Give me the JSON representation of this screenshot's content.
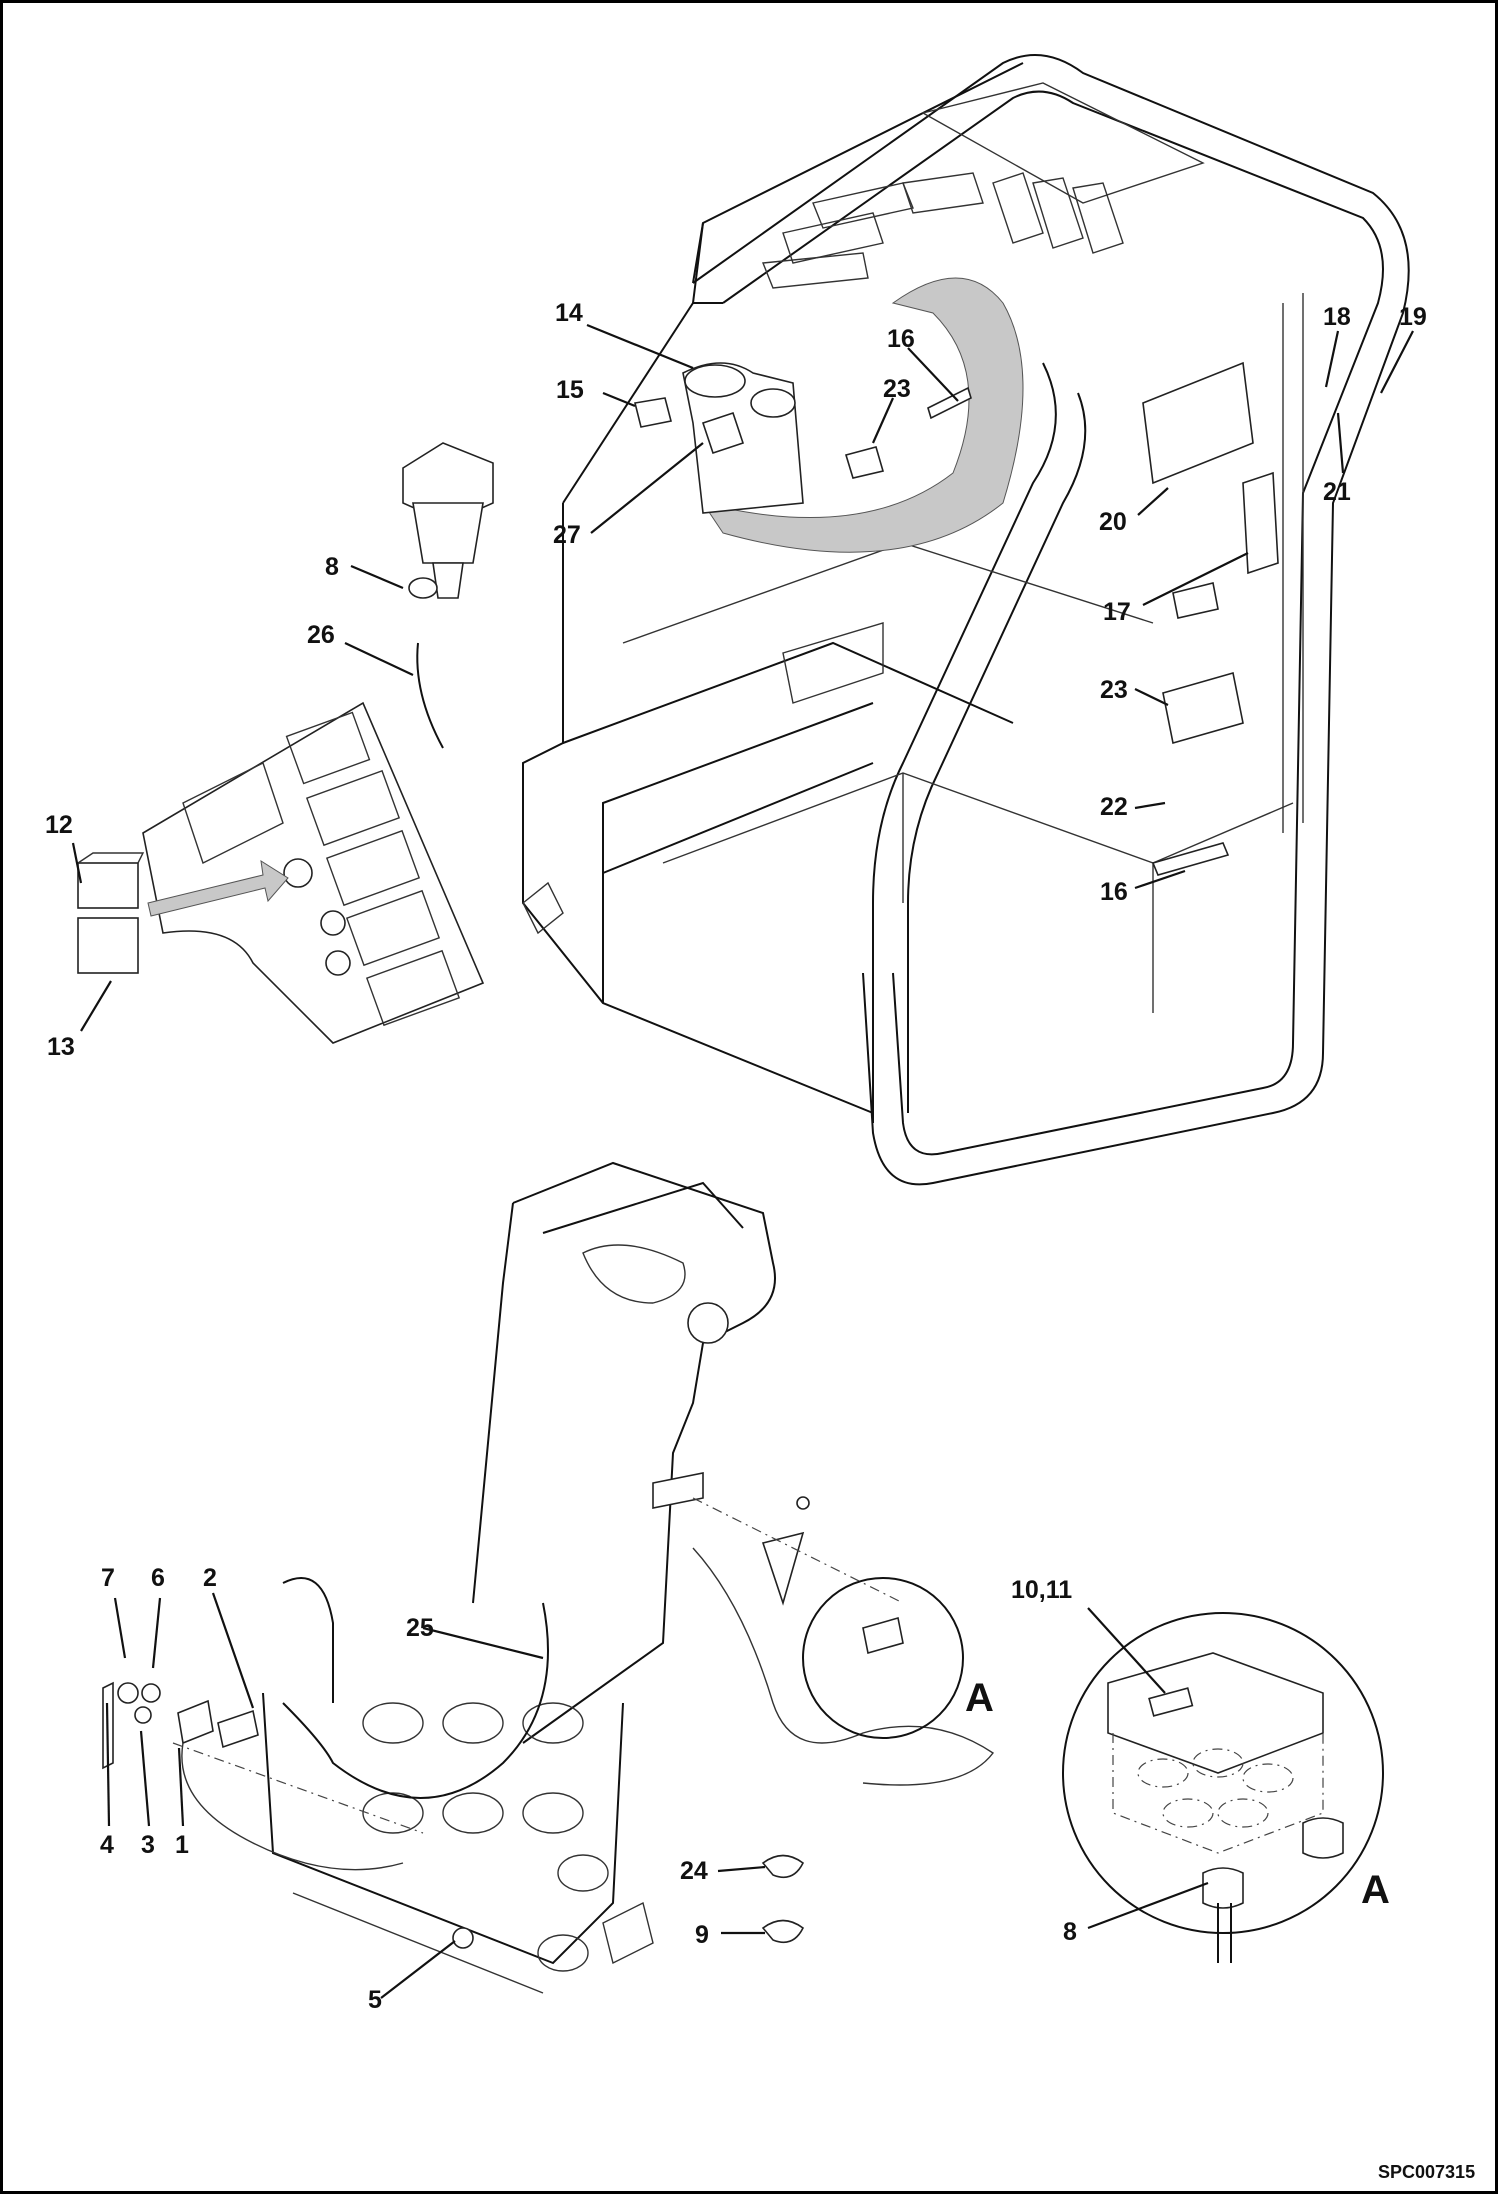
{
  "drawing_code": "SPC007315",
  "section_label": "A",
  "callouts": [
    {
      "id": "c1",
      "text": "1"
    },
    {
      "id": "c2",
      "text": "2"
    },
    {
      "id": "c3",
      "text": "3"
    },
    {
      "id": "c4",
      "text": "4"
    },
    {
      "id": "c5",
      "text": "5"
    },
    {
      "id": "c6",
      "text": "6"
    },
    {
      "id": "c7",
      "text": "7"
    },
    {
      "id": "c8a",
      "text": "8"
    },
    {
      "id": "c8b",
      "text": "8"
    },
    {
      "id": "c9",
      "text": "9"
    },
    {
      "id": "c10",
      "text": "10,11"
    },
    {
      "id": "c12",
      "text": "12"
    },
    {
      "id": "c13",
      "text": "13"
    },
    {
      "id": "c14",
      "text": "14"
    },
    {
      "id": "c15",
      "text": "15"
    },
    {
      "id": "c16a",
      "text": "16"
    },
    {
      "id": "c16b",
      "text": "16"
    },
    {
      "id": "c17",
      "text": "17"
    },
    {
      "id": "c18",
      "text": "18"
    },
    {
      "id": "c19",
      "text": "19"
    },
    {
      "id": "c20",
      "text": "20"
    },
    {
      "id": "c21",
      "text": "21"
    },
    {
      "id": "c22",
      "text": "22"
    },
    {
      "id": "c23a",
      "text": "23"
    },
    {
      "id": "c23b",
      "text": "23"
    },
    {
      "id": "c24",
      "text": "24"
    },
    {
      "id": "c25",
      "text": "25"
    },
    {
      "id": "c26",
      "text": "26"
    },
    {
      "id": "c27",
      "text": "27"
    }
  ],
  "colors": {
    "line": "#111111",
    "arrow_fill": "#c8c8c8",
    "background": "#ffffff"
  }
}
